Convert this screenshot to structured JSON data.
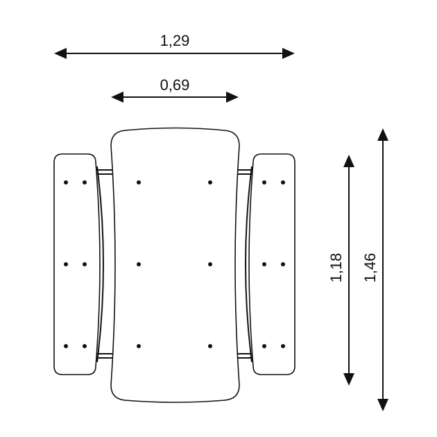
{
  "dimensions": {
    "overall_width": "1,29",
    "table_width": "0,69",
    "bench_length": "1,18",
    "table_length": "1,46"
  },
  "colors": {
    "line": "#111111",
    "background": "#ffffff"
  }
}
